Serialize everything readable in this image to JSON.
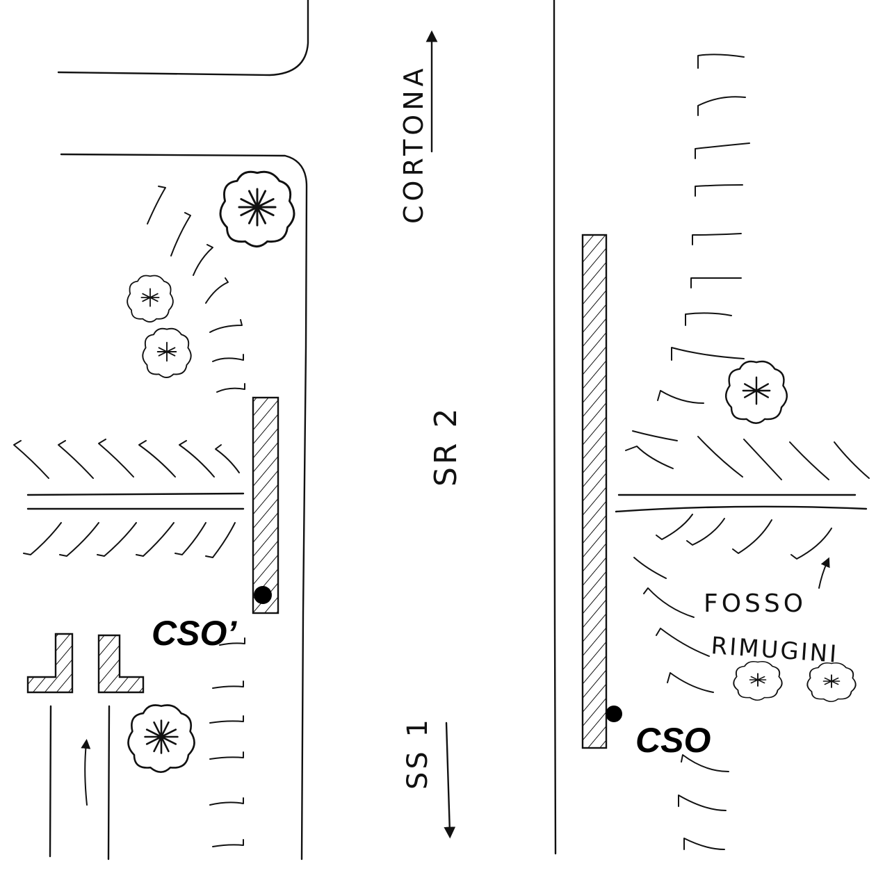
{
  "labels": {
    "road_direction_north": "CORTONA",
    "road_main": "SR 2",
    "road_direction_south": "SS 1",
    "ditch_line1": "FOSSO",
    "ditch_line2": "RIMUGINI",
    "outlet_left": "CSO’",
    "outlet_right": "CSO"
  },
  "icons": [
    "tree-icon",
    "grass-tuft-icon",
    "flow-arrow-icon",
    "outlet-point-icon",
    "hatched-wall-icon"
  ],
  "colors": {
    "ink": "#111111",
    "paper": "#ffffff"
  }
}
